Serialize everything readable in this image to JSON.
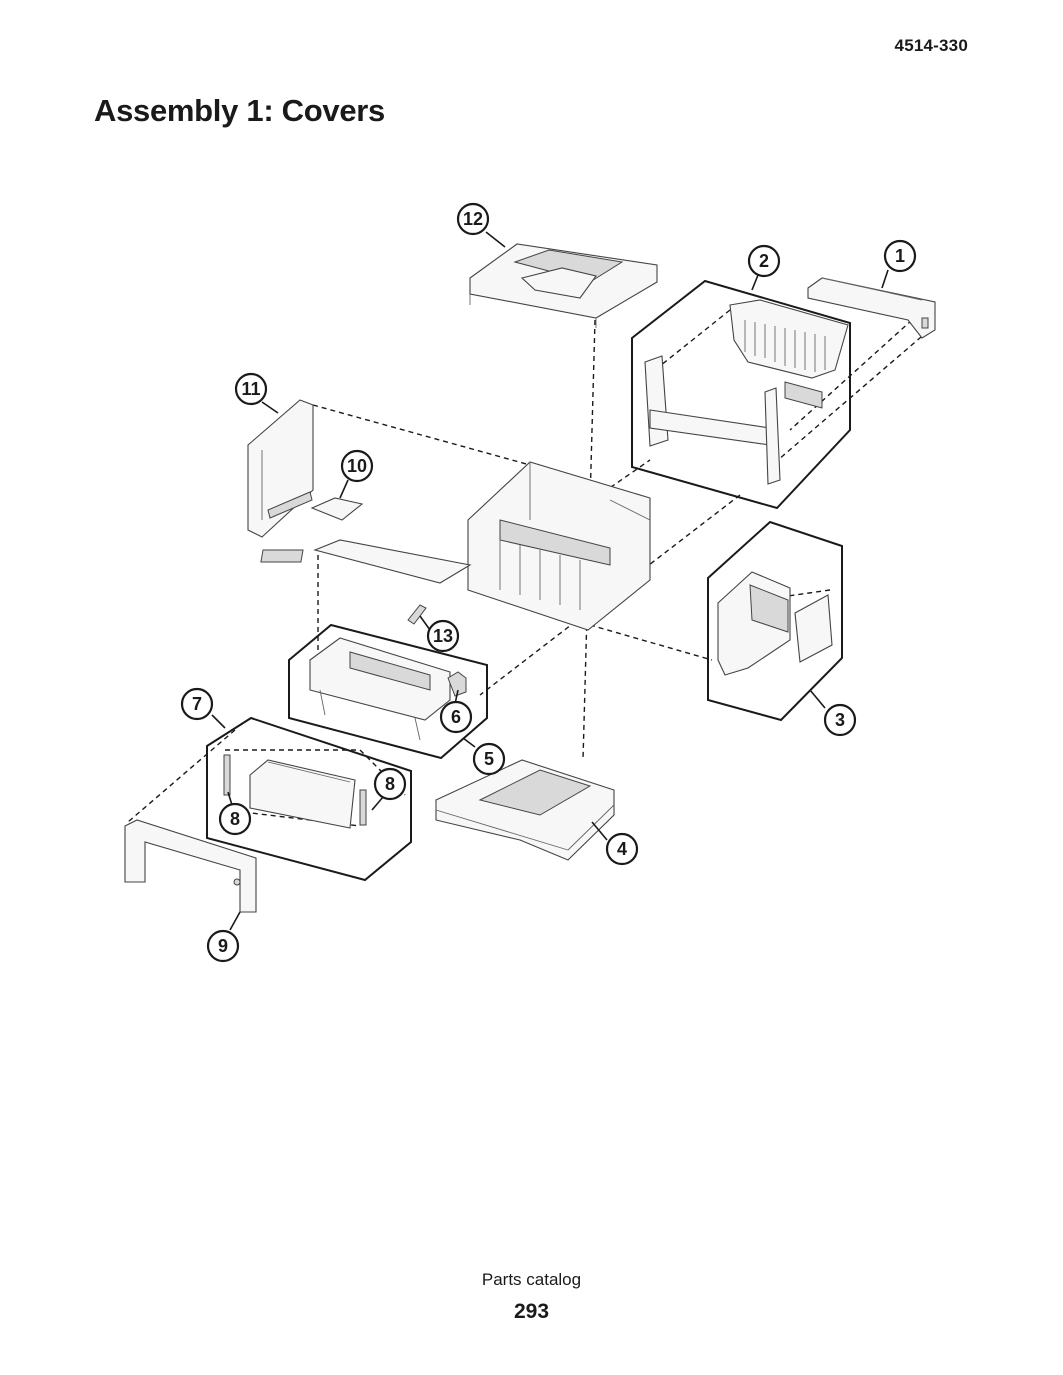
{
  "header": {
    "model": "4514-330"
  },
  "page": {
    "title": "Assembly 1: Covers"
  },
  "callouts": [
    "1",
    "2",
    "3",
    "4",
    "5",
    "6",
    "7",
    "8",
    "8",
    "9",
    "10",
    "11",
    "12",
    "13"
  ],
  "footer": {
    "section": "Parts catalog",
    "page_number": "293"
  }
}
